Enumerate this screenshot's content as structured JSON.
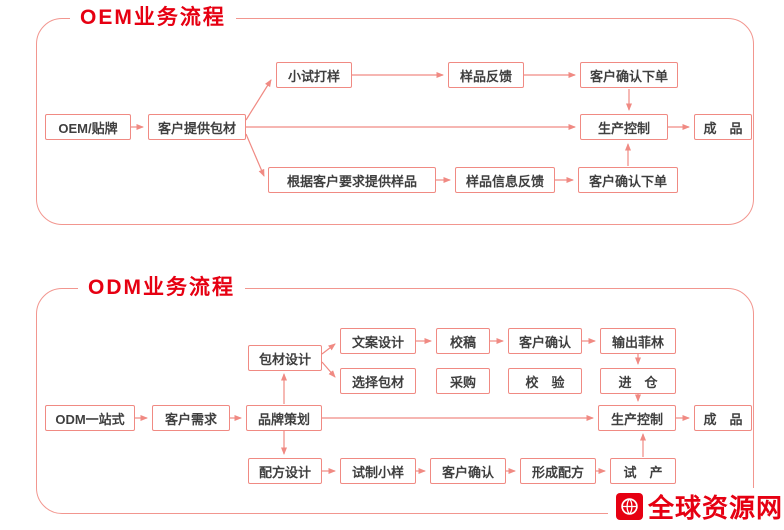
{
  "colors": {
    "title_red": "#e60012",
    "line_salmon": "#f08a83",
    "border_pink": "#f2968f",
    "box_text": "#3f3f3f"
  },
  "oem": {
    "title": "OEM业务流程",
    "nodes": [
      {
        "id": "oem-start",
        "label": "OEM/贴牌"
      },
      {
        "id": "customer-packaging",
        "label": "客户提供包材"
      },
      {
        "id": "trial-sampling",
        "label": "小试打样"
      },
      {
        "id": "sample-feedback",
        "label": "样品反馈"
      },
      {
        "id": "confirm-order-1",
        "label": "客户确认下单"
      },
      {
        "id": "production-control",
        "label": "生产控制"
      },
      {
        "id": "finished-product",
        "label": "成　品"
      },
      {
        "id": "provide-samples-per-request",
        "label": "根据客户要求提供样品"
      },
      {
        "id": "sample-info-feedback",
        "label": "样品信息反馈"
      },
      {
        "id": "confirm-order-2",
        "label": "客户确认下单"
      }
    ],
    "edges": [
      {
        "from": "oem-start",
        "to": "customer-packaging"
      },
      {
        "from": "customer-packaging",
        "to": "trial-sampling"
      },
      {
        "from": "customer-packaging",
        "to": "production-control"
      },
      {
        "from": "customer-packaging",
        "to": "provide-samples-per-request"
      },
      {
        "from": "trial-sampling",
        "to": "sample-feedback"
      },
      {
        "from": "sample-feedback",
        "to": "confirm-order-1"
      },
      {
        "from": "confirm-order-1",
        "to": "production-control"
      },
      {
        "from": "production-control",
        "to": "finished-product"
      },
      {
        "from": "provide-samples-per-request",
        "to": "sample-info-feedback"
      },
      {
        "from": "sample-info-feedback",
        "to": "confirm-order-2"
      },
      {
        "from": "confirm-order-2",
        "to": "production-control"
      }
    ]
  },
  "odm": {
    "title": "ODM业务流程",
    "nodes": [
      {
        "id": "odm-start",
        "label": "ODM一站式"
      },
      {
        "id": "customer-needs",
        "label": "客户需求"
      },
      {
        "id": "brand-planning",
        "label": "品牌策划"
      },
      {
        "id": "packaging-design",
        "label": "包材设计"
      },
      {
        "id": "copy-design",
        "label": "文案设计"
      },
      {
        "id": "proofreading",
        "label": "校稿"
      },
      {
        "id": "customer-confirm-1",
        "label": "客户确认"
      },
      {
        "id": "film-output",
        "label": "输出菲林"
      },
      {
        "id": "select-packaging",
        "label": "选择包材"
      },
      {
        "id": "purchasing",
        "label": "采购"
      },
      {
        "id": "verification",
        "label": "校　验"
      },
      {
        "id": "warehousing",
        "label": "进　仓"
      },
      {
        "id": "production-control",
        "label": "生产控制"
      },
      {
        "id": "finished-product",
        "label": "成　品"
      },
      {
        "id": "formula-design",
        "label": "配方设计"
      },
      {
        "id": "trial-sample",
        "label": "试制小样"
      },
      {
        "id": "customer-confirm-2",
        "label": "客户确认"
      },
      {
        "id": "formula-formed",
        "label": "形成配方"
      },
      {
        "id": "trial-production",
        "label": "试　产"
      }
    ],
    "edges": [
      {
        "from": "odm-start",
        "to": "customer-needs"
      },
      {
        "from": "customer-needs",
        "to": "brand-planning"
      },
      {
        "from": "brand-planning",
        "to": "packaging-design"
      },
      {
        "from": "packaging-design",
        "to": "copy-design"
      },
      {
        "from": "packaging-design",
        "to": "select-packaging"
      },
      {
        "from": "copy-design",
        "to": "proofreading"
      },
      {
        "from": "proofreading",
        "to": "customer-confirm-1"
      },
      {
        "from": "customer-confirm-1",
        "to": "film-output"
      },
      {
        "from": "film-output",
        "to": "warehousing"
      },
      {
        "from": "select-packaging",
        "to": "purchasing"
      },
      {
        "from": "purchasing",
        "to": "verification"
      },
      {
        "from": "verification",
        "to": "warehousing"
      },
      {
        "from": "warehousing",
        "to": "production-control"
      },
      {
        "from": "brand-planning",
        "to": "production-control"
      },
      {
        "from": "production-control",
        "to": "finished-product"
      },
      {
        "from": "brand-planning",
        "to": "formula-design"
      },
      {
        "from": "formula-design",
        "to": "trial-sample"
      },
      {
        "from": "trial-sample",
        "to": "customer-confirm-2"
      },
      {
        "from": "customer-confirm-2",
        "to": "formula-formed"
      },
      {
        "from": "formula-formed",
        "to": "trial-production"
      },
      {
        "from": "trial-production",
        "to": "production-control"
      }
    ]
  },
  "watermark": {
    "text": "全球资源网",
    "logo": "globe-icon"
  }
}
